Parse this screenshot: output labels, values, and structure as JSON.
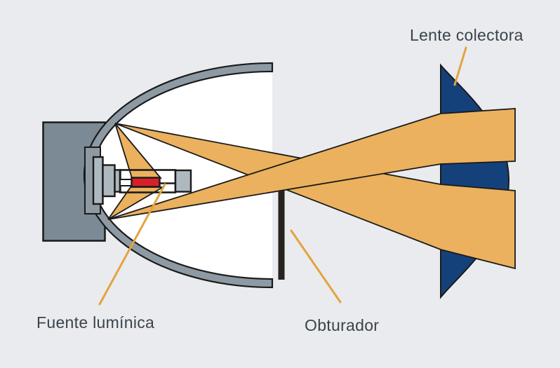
{
  "diagram": {
    "labels": {
      "lens": "Lente colectora",
      "source": "Fuente lumínica",
      "shutter": "Obturador"
    }
  },
  "colors": {
    "bg": "#e9ebee",
    "interior": "#ffffff",
    "reflector": "#8e9aa3",
    "housing": "#7b8a94",
    "metal": "#aeb8bf",
    "filament": "#d6212b",
    "beam": "#ebb15e",
    "lens": "#14417a",
    "shutter": "#26221f",
    "leader": "#e4a33f",
    "text": "#3b434b",
    "outline": "#1a1a1a"
  }
}
